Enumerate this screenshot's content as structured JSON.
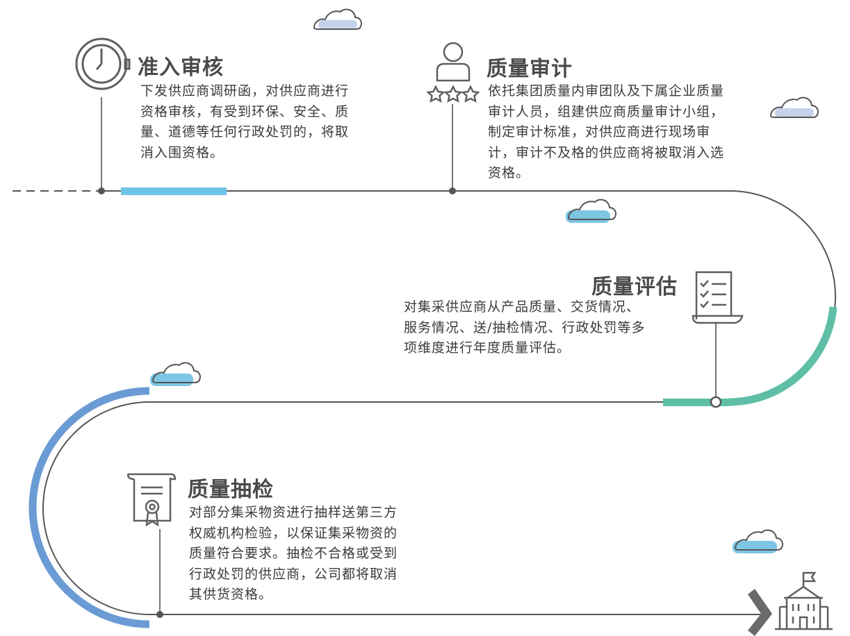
{
  "steps": [
    {
      "title": "准入审核",
      "lines": [
        "下发供应商调研函，对供应商进行",
        "资格审核，有受到环保、安全、质",
        "量、道德等任何行政处罚的，将取",
        "消入围资格。"
      ],
      "icon": "stopwatch-icon"
    },
    {
      "title": "质量审计",
      "lines": [
        "依托集团质量内审团队及下属企业质量",
        "审计人员，组建供应商质量审计小组，",
        "制定审计标准，对供应商进行现场审",
        "计，审计不及格的供应商将被取消入选",
        "资格。"
      ],
      "icon": "auditor-stars-icon"
    },
    {
      "title": "质量评估",
      "lines": [
        "对集采供应商从产品质量、交货情况、",
        "服务情况、送/抽检情况、行政处罚等多",
        "项维度进行年度质量评估。"
      ],
      "icon": "checklist-icon"
    },
    {
      "title": "质量抽检",
      "lines": [
        "对部分集采物资进行抽样送第三方",
        "权威机构检验，以保证集采物资的",
        "质量符合要求。抽检不合格或受到",
        "行政处罚的供应商，公司都将取消",
        "其供货资格。"
      ],
      "icon": "certificate-icon"
    }
  ],
  "colors": {
    "path_line": "#555555",
    "accent_light_blue": "#6cc3e6",
    "accent_teal": "#5fbfa6",
    "accent_blue": "#6b9bd4",
    "cloud_fill_blue": "#7cc6e4",
    "cloud_fill_lavender": "#c5d2ec",
    "icon_gray": "#5f5f5f",
    "text": "#3a3a3a"
  },
  "decorations": [
    "cloud-icon",
    "building-flag-icon",
    "arrow-chevron-icon"
  ]
}
